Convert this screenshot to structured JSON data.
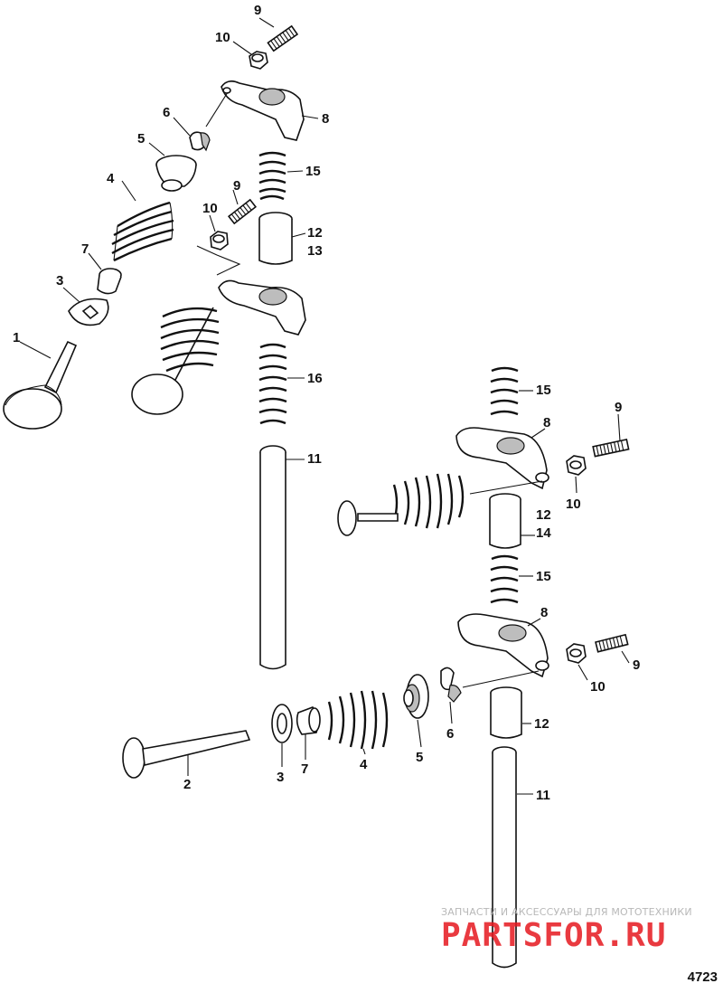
{
  "callouts": [
    {
      "id": "c9a",
      "text": "9"
    },
    {
      "id": "c10a",
      "text": "10"
    },
    {
      "id": "c8a",
      "text": "8"
    },
    {
      "id": "c6a",
      "text": "6"
    },
    {
      "id": "c5a",
      "text": "5"
    },
    {
      "id": "c15a",
      "text": "15"
    },
    {
      "id": "c4a",
      "text": "4"
    },
    {
      "id": "c9b",
      "text": "9"
    },
    {
      "id": "c10b",
      "text": "10"
    },
    {
      "id": "c12a",
      "text": "12"
    },
    {
      "id": "c13",
      "text": "13"
    },
    {
      "id": "c7a",
      "text": "7"
    },
    {
      "id": "c3a",
      "text": "3"
    },
    {
      "id": "c1",
      "text": "1"
    },
    {
      "id": "c16",
      "text": "16"
    },
    {
      "id": "c11a",
      "text": "11"
    },
    {
      "id": "c15b",
      "text": "15"
    },
    {
      "id": "c9c",
      "text": "9"
    },
    {
      "id": "c8b",
      "text": "8"
    },
    {
      "id": "c10c",
      "text": "10"
    },
    {
      "id": "c12b",
      "text": "12"
    },
    {
      "id": "c14",
      "text": "14"
    },
    {
      "id": "c15c",
      "text": "15"
    },
    {
      "id": "c8c",
      "text": "8"
    },
    {
      "id": "c9d",
      "text": "9"
    },
    {
      "id": "c10d",
      "text": "10"
    },
    {
      "id": "c6b",
      "text": "6"
    },
    {
      "id": "c12c",
      "text": "12"
    },
    {
      "id": "c5b",
      "text": "5"
    },
    {
      "id": "c4b",
      "text": "4"
    },
    {
      "id": "c7b",
      "text": "7"
    },
    {
      "id": "c3b",
      "text": "3"
    },
    {
      "id": "c2",
      "text": "2"
    },
    {
      "id": "c11b",
      "text": "11"
    }
  ],
  "drawing_number": "4723",
  "watermark": {
    "tagline": "ЗАПЧАСТИ И АКСЕССУАРЫ ДЛЯ МОТОТЕХНИКИ",
    "logo": "PARTSFOR.RU",
    "logo_color": "#e5171f"
  }
}
